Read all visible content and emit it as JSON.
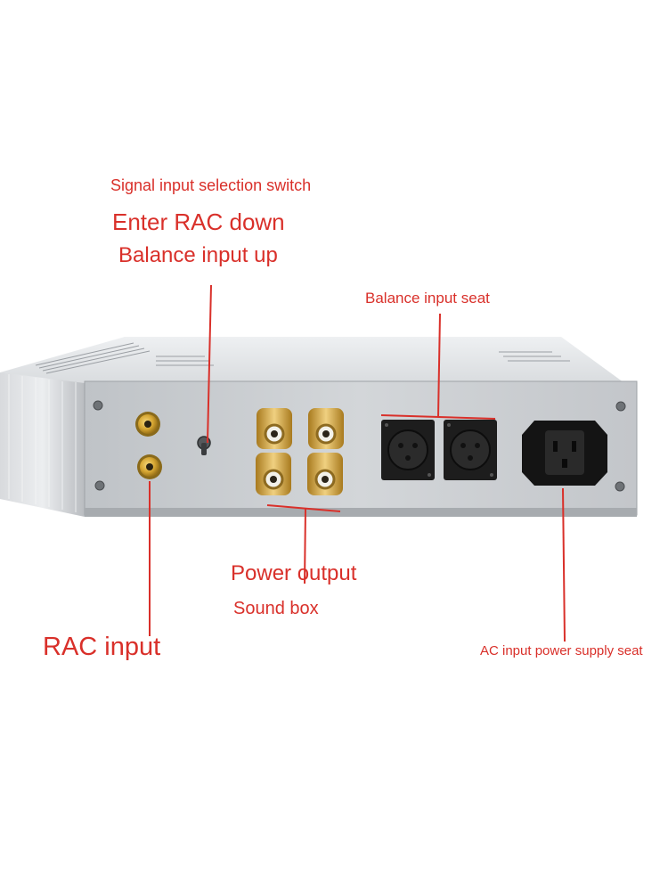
{
  "labels": {
    "signal_switch": "Signal input selection switch",
    "enter_rac_down": "Enter RAC down",
    "balance_up": "Balance input up",
    "balance_seat": "Balance input seat",
    "power_output": "Power output",
    "sound_box": "Sound box",
    "rac_input": "RAC input",
    "ac_input": "AC input power supply seat"
  },
  "colors": {
    "annotation": "#d9302a",
    "panel": "#c9ccd0",
    "rca_gold": "#d6a632",
    "xlr": "#1d1d1d"
  }
}
